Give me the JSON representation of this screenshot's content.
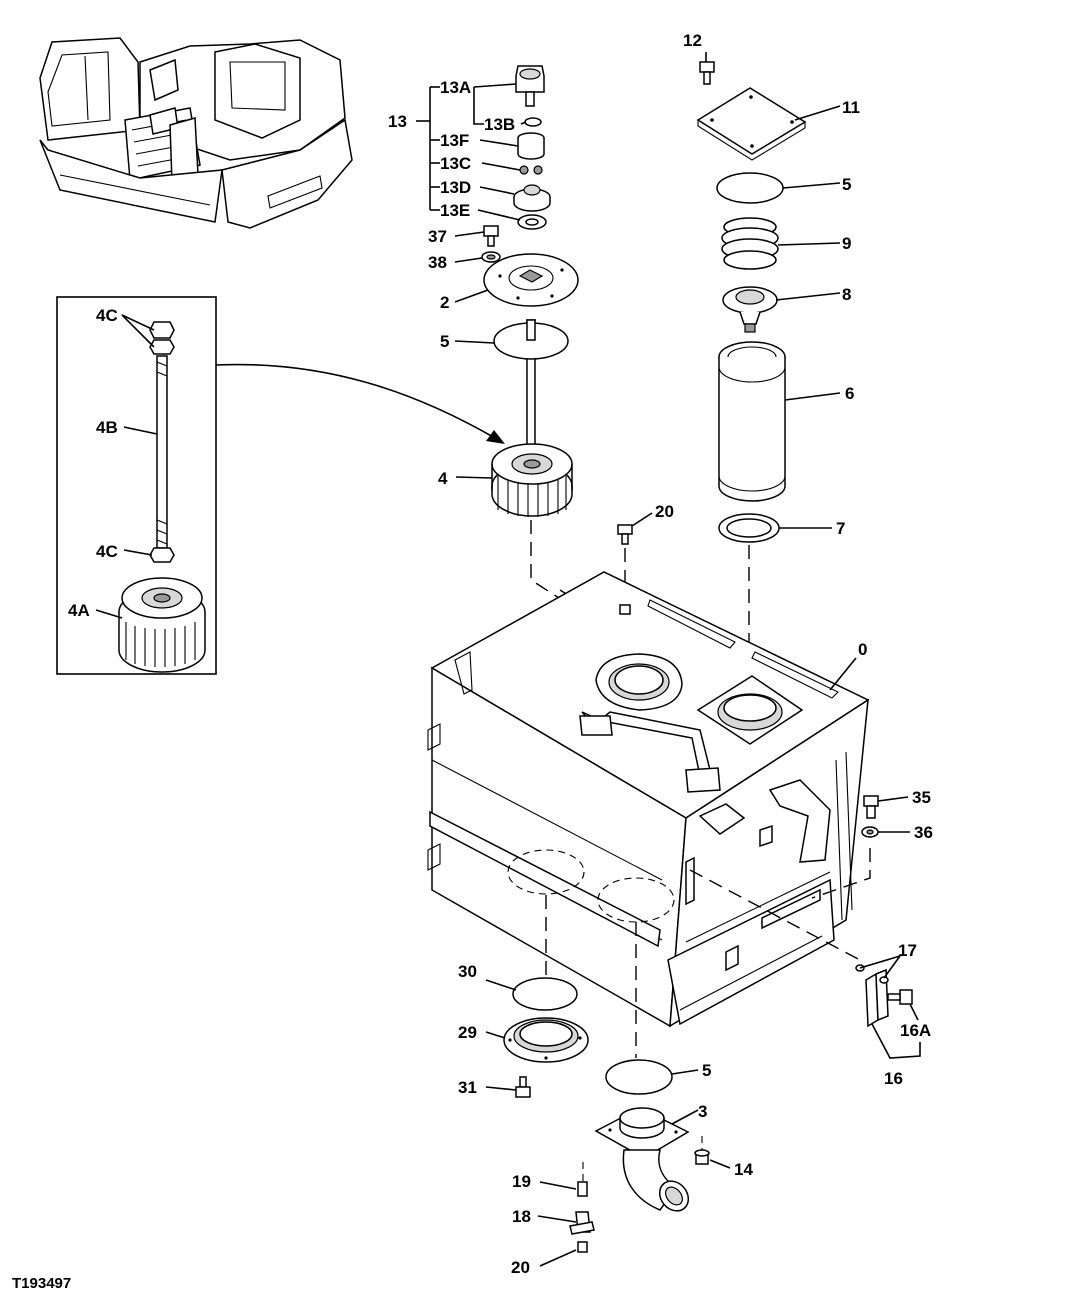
{
  "figure_id": "T193497",
  "labels": {
    "l0": "0",
    "l2": "2",
    "l3": "3",
    "l4": "4",
    "l4A": "4A",
    "l4B": "4B",
    "l4C_top": "4C",
    "l4C_bot": "4C",
    "l5_a": "5",
    "l5_b": "5",
    "l5_c": "5",
    "l6": "6",
    "l7": "7",
    "l8": "8",
    "l9": "9",
    "l11": "11",
    "l12": "12",
    "l13": "13",
    "l13A": "13A",
    "l13B": "13B",
    "l13C": "13C",
    "l13D": "13D",
    "l13E": "13E",
    "l13F": "13F",
    "l14": "14",
    "l16": "16",
    "l16A": "16A",
    "l17": "17",
    "l18": "18",
    "l19": "19",
    "l20_a": "20",
    "l20_b": "20",
    "l29": "29",
    "l30": "30",
    "l31": "31",
    "l35": "35",
    "l36": "36",
    "l37": "37",
    "l38": "38"
  }
}
